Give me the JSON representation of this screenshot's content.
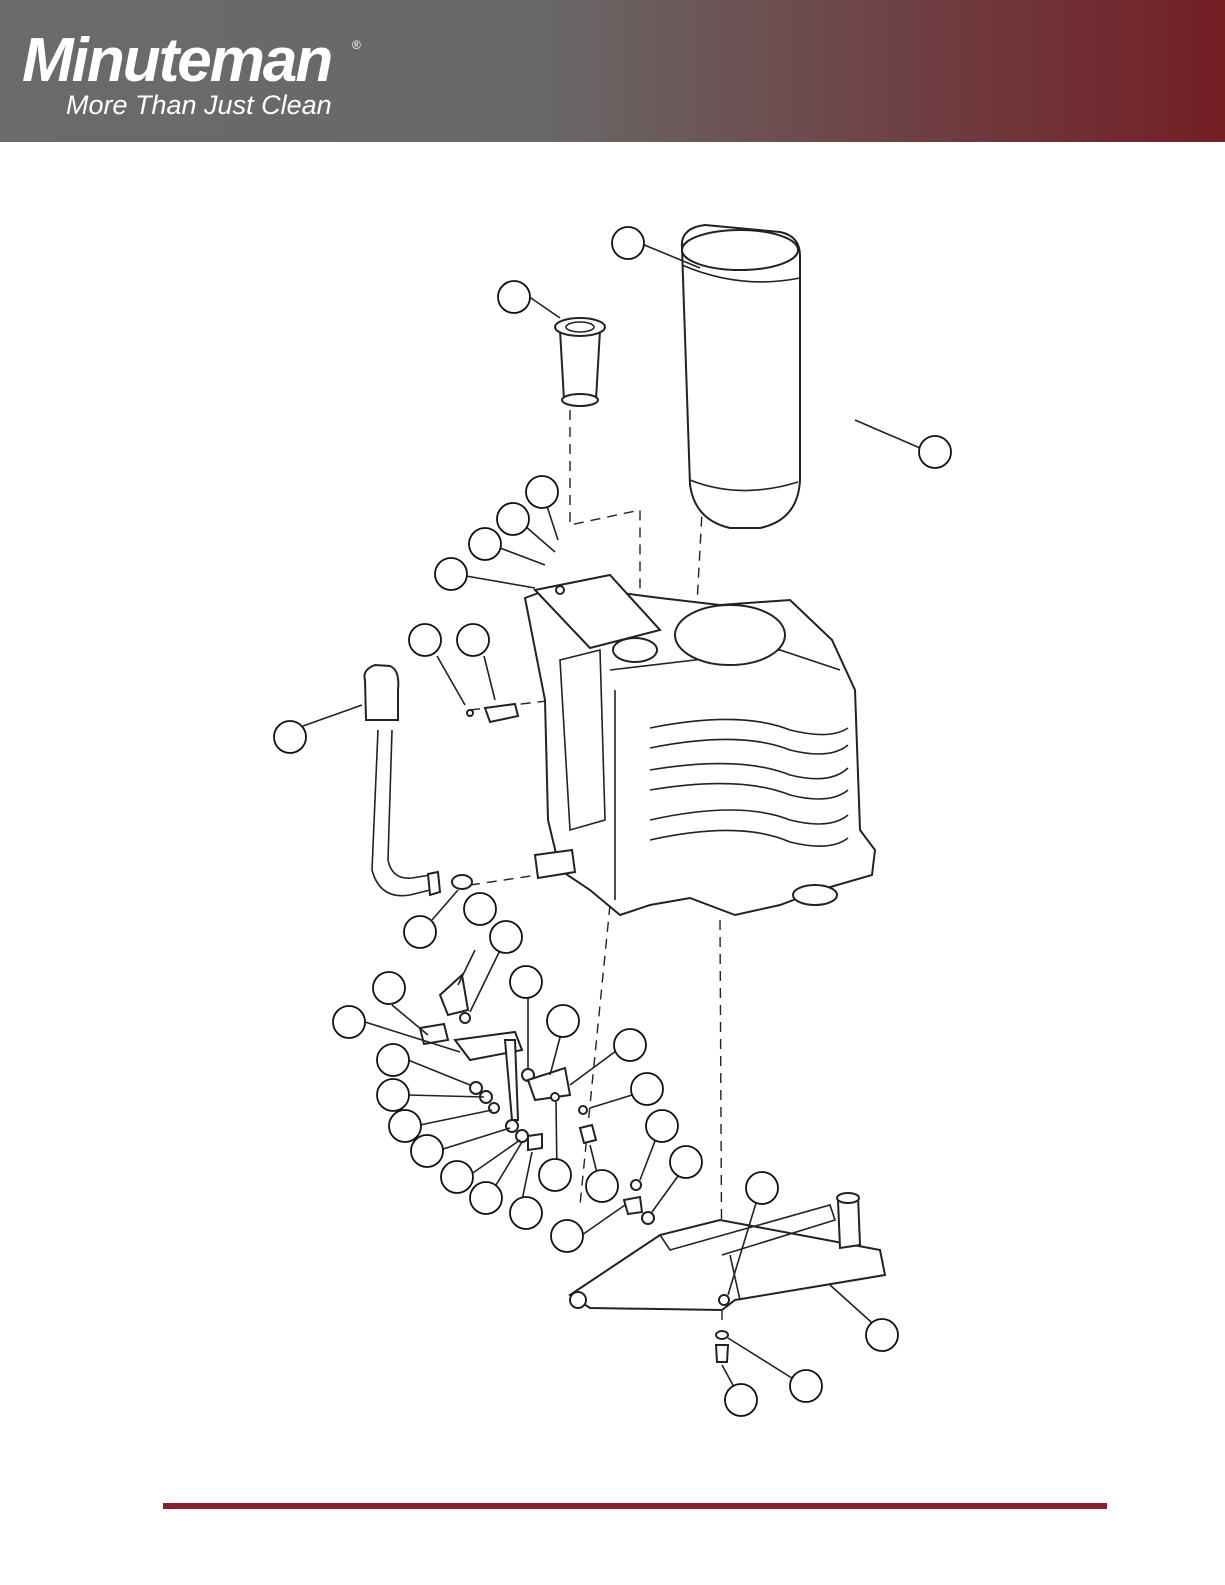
{
  "header": {
    "brand": "Minuteman",
    "registered": "®",
    "tagline": "More Than Just Clean",
    "gradient_start": "#6b6b6b",
    "gradient_end": "#731f24"
  },
  "footer": {
    "rule_color": "#8a1f2a"
  },
  "diagram": {
    "callout_count": 35
  }
}
